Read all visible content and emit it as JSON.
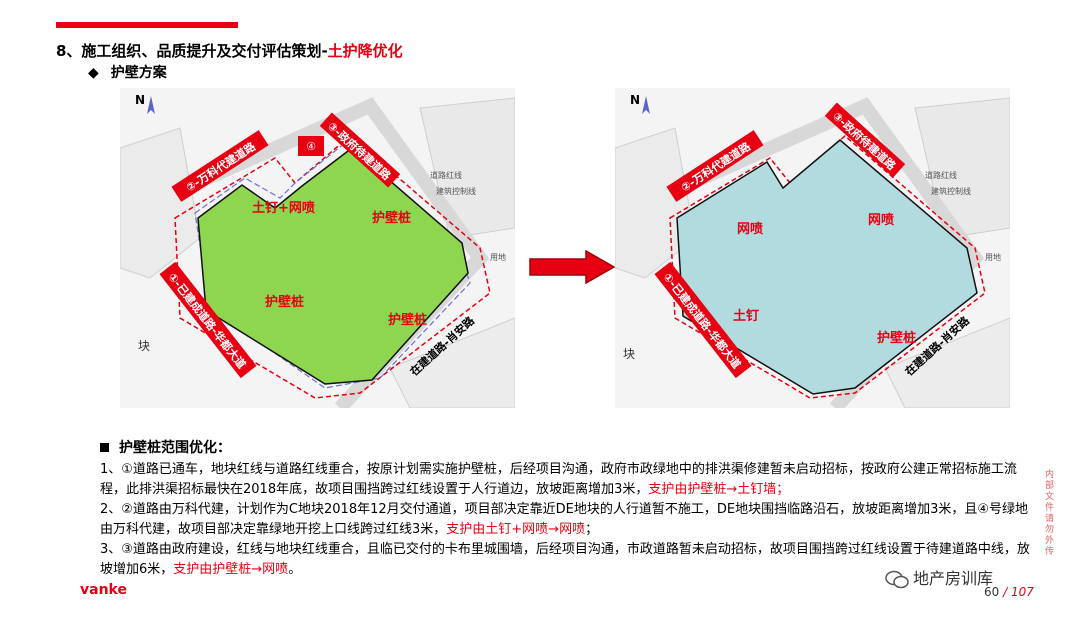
{
  "header": {
    "title_prefix": "8、施工组织、品质提升及交付评估策划-",
    "title_highlight": "土护降优化",
    "subtitle_bullet": "◆",
    "subtitle": "护壁方案"
  },
  "colors": {
    "accent": "#e60012",
    "left_fill": "#8fd650",
    "right_fill": "#b2dbe0"
  },
  "maps": {
    "compass": "N",
    "road_1": "①-已建成道路-华都大道",
    "road_2": "②-万科代建道路",
    "road_3": "③-政府待建道路",
    "road_4": "④",
    "road_bottom": "在建道路-肖安路",
    "plot_label": "块",
    "bg_label_1": "道路红线",
    "bg_label_2": "建筑控制线",
    "bg_label_3": "用地",
    "left": {
      "label_top": "土钉+网喷",
      "label_right": "护壁桩",
      "label_center": "护壁桩",
      "label_bottom": "护壁桩"
    },
    "right": {
      "label_left": "网喷",
      "label_right": "网喷",
      "label_soil": "土钉",
      "label_bottom": "护壁桩"
    }
  },
  "section": {
    "heading": "护壁桩范围优化：",
    "p1_text": "1、①道路已通车，地块红线与道路红线重合，按原计划需实施护壁桩，后经项目沟通，政府市政绿地中的排洪渠修建暂未启动招标，按政府公建正常招标施工流程，此排洪渠招标最快在2018年底，故项目围挡跨过红线设置于人行道边，放坡距离增加3米，",
    "p1_red": "支护由护壁桩→土钉墙；",
    "p2_text": "2、②道路由万科代建，计划作为C地块2018年12月交付通道，项目部决定靠近DE地块的人行道暂不施工，DE地块围挡临路沿石，放坡距离增加3米，且④号绿地由万科代建，故项目部决定靠绿地开挖上口线跨过红线3米，",
    "p2_red": "支护由土钉+网喷→网喷",
    "p2_tail": "；",
    "p3_text": "3、③道路由政府建设，红线与地块红线重合，且临已交付的卡布里城围墙，后经项目沟通，市政道路暂未启动招标，故项目围挡跨过红线设置于待建道路中线，放坡增加6米，",
    "p3_red": "支护由护壁桩→网喷",
    "p3_tail": "。"
  },
  "footer": {
    "logo": "vanke",
    "page": "60",
    "total": "/ 107",
    "watermark": "地产房训库",
    "side_note": "内部文件 请勿外传"
  }
}
